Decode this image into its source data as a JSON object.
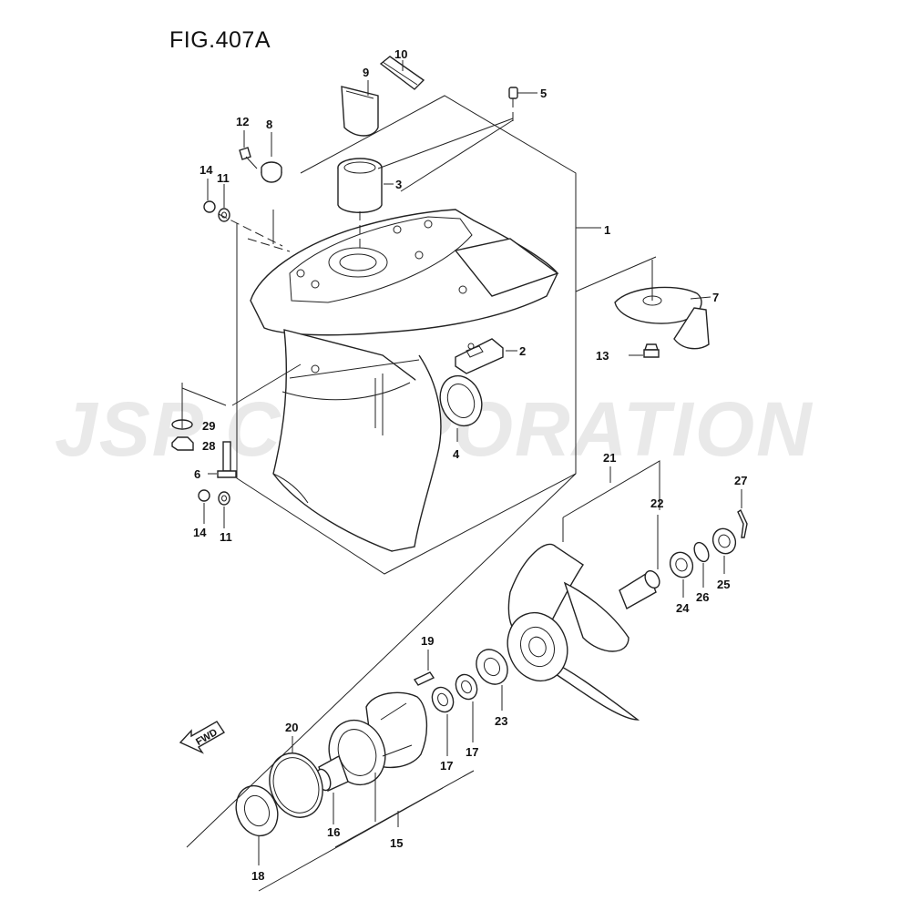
{
  "title": "FIG.407A",
  "watermark": "JSP CORPORATION",
  "fwd_label": "FWD",
  "callouts": [
    "1",
    "2",
    "3",
    "4",
    "5",
    "6",
    "7",
    "8",
    "9",
    "10",
    "11",
    "11",
    "12",
    "13",
    "14",
    "14",
    "15",
    "16",
    "17",
    "17",
    "18",
    "19",
    "20",
    "21",
    "22",
    "23",
    "24",
    "25",
    "26",
    "27",
    "28",
    "29"
  ]
}
